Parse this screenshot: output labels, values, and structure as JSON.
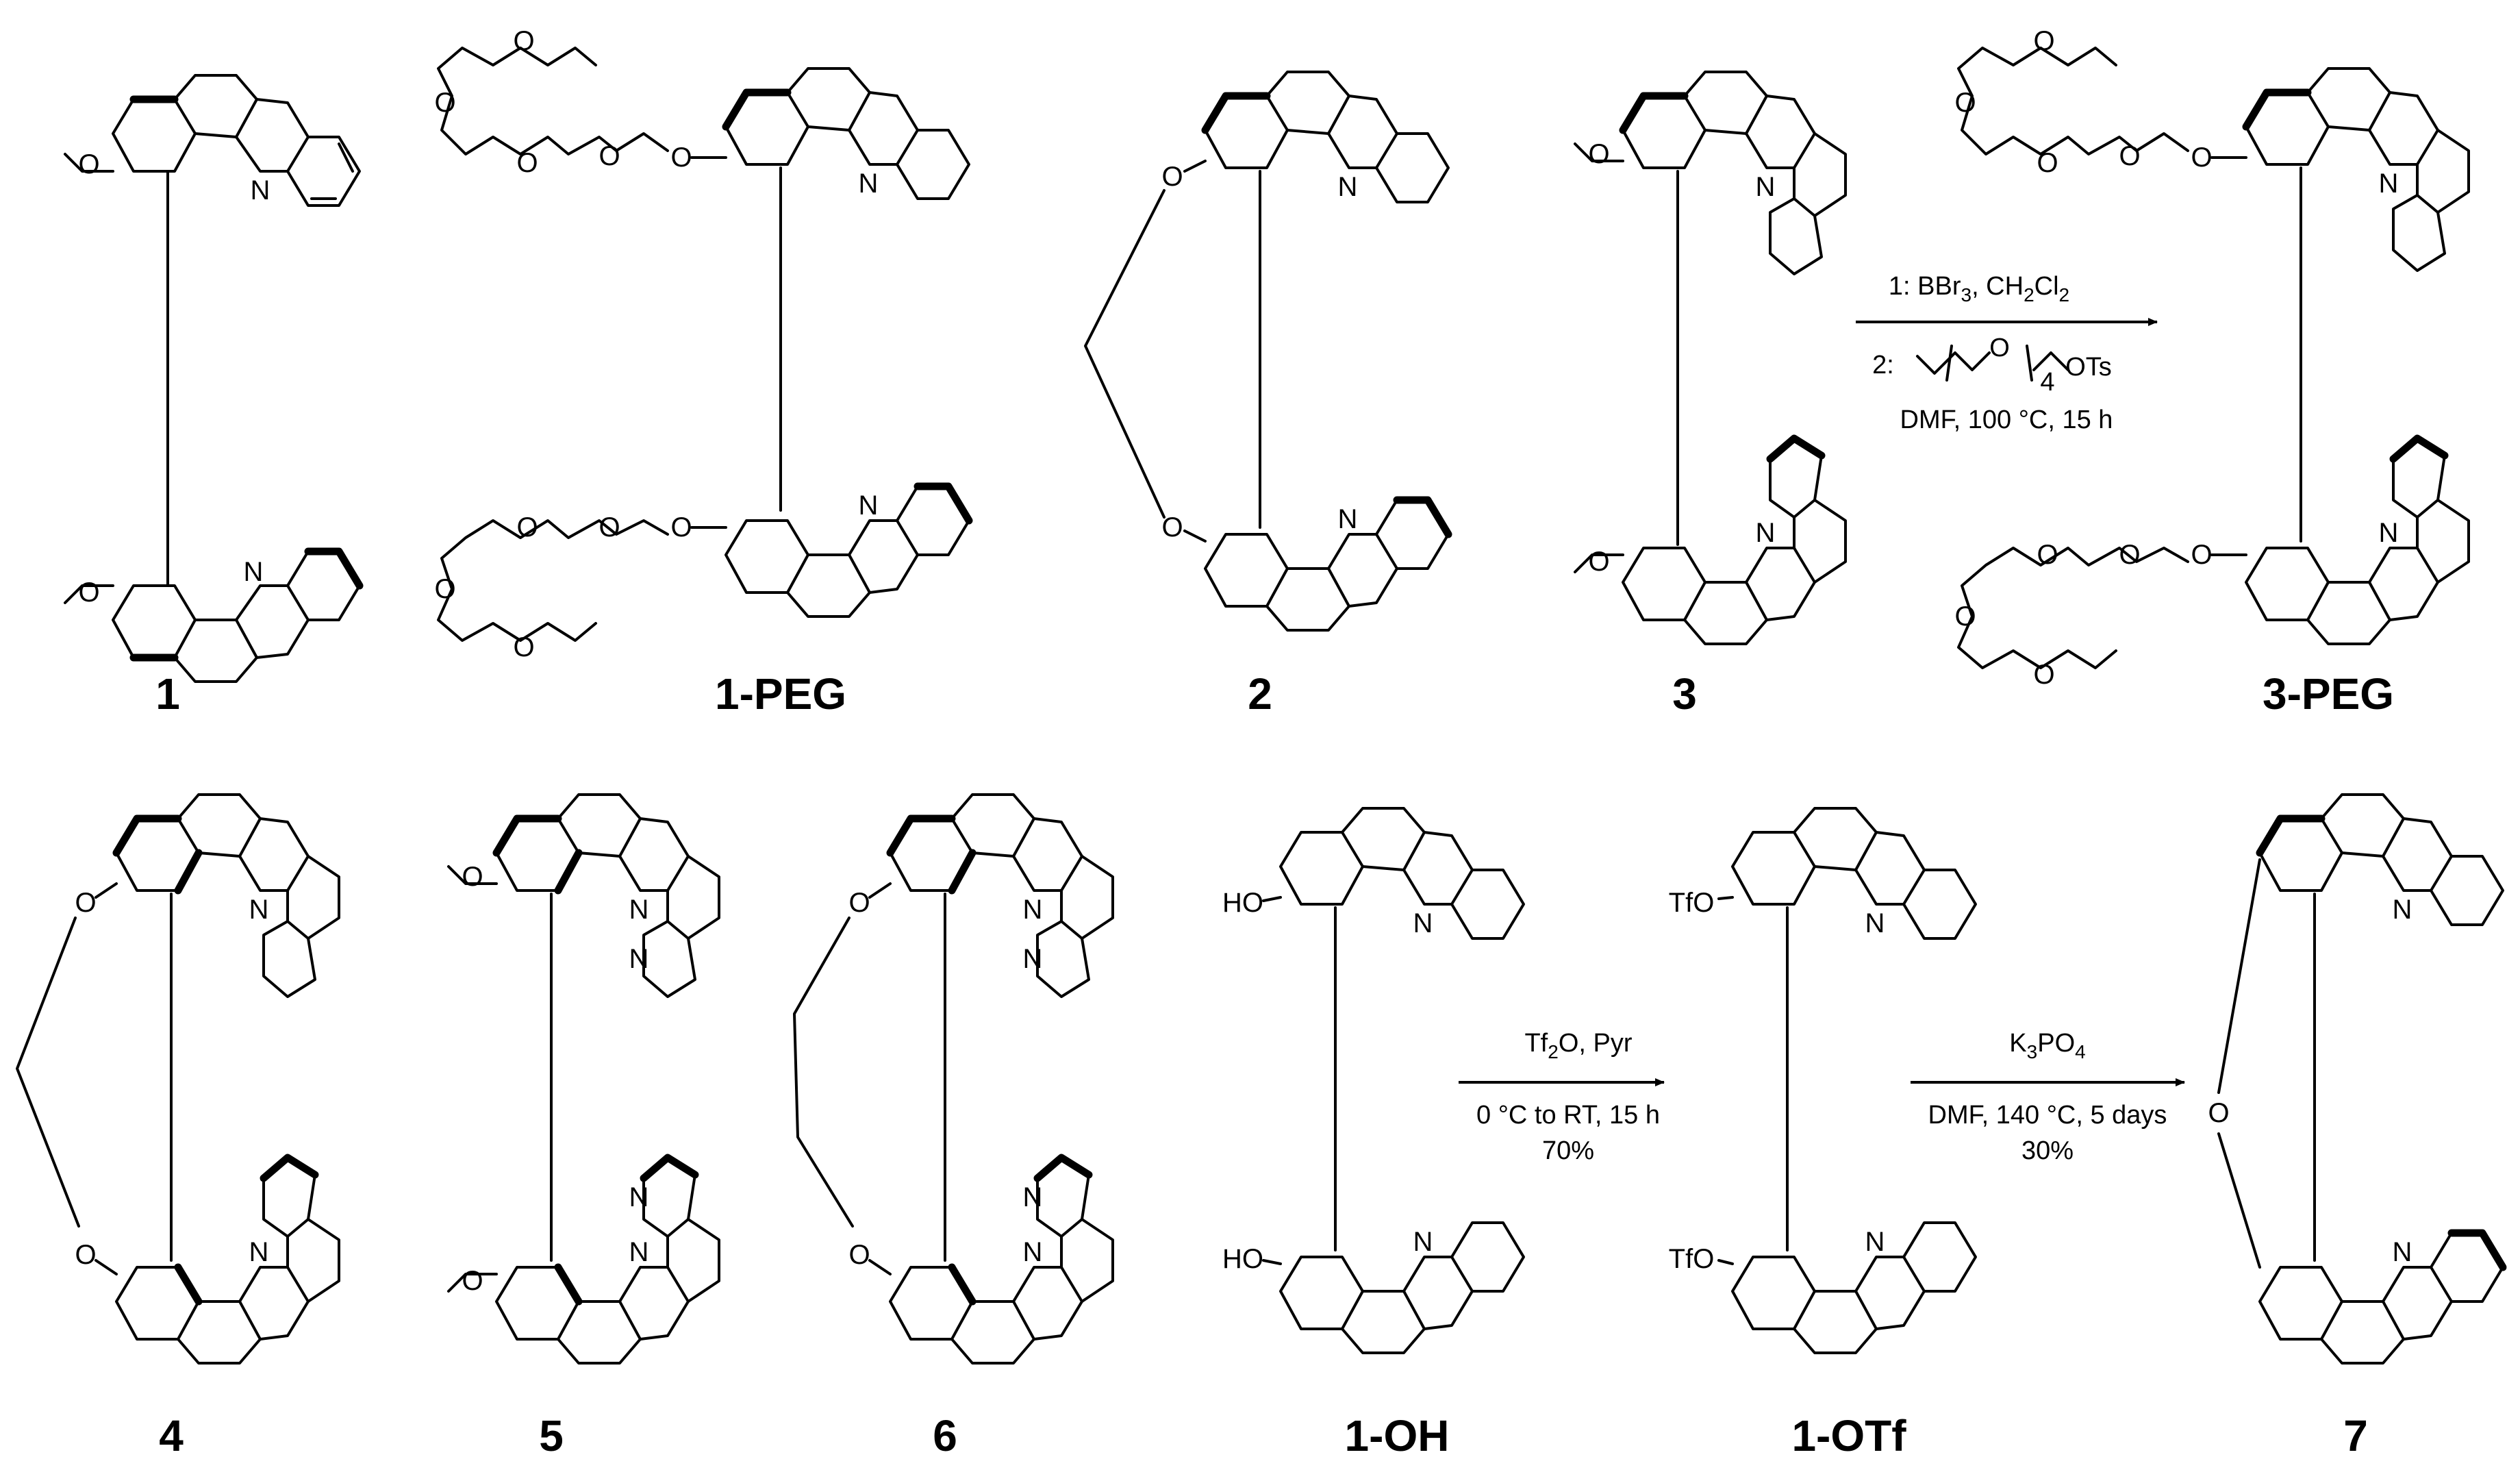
{
  "compounds": [
    {
      "id": "c1",
      "label": "1"
    },
    {
      "id": "c1peg",
      "label": "1-PEG"
    },
    {
      "id": "c2",
      "label": "2"
    },
    {
      "id": "c3",
      "label": "3"
    },
    {
      "id": "c3peg",
      "label": "3-PEG"
    },
    {
      "id": "c4",
      "label": "4"
    },
    {
      "id": "c5",
      "label": "5"
    },
    {
      "id": "c6",
      "label": "6"
    },
    {
      "id": "c1oh",
      "label": "1-OH"
    },
    {
      "id": "c1otf",
      "label": "1-OTf"
    },
    {
      "id": "c7",
      "label": "7"
    }
  ],
  "reactions": {
    "peg": {
      "step1_prefix": "1:  BBr",
      "step1_sub1": "3",
      "step1_mid": ", CH",
      "step1_sub2": "2",
      "step1_mid2": "Cl",
      "step1_sub3": "2",
      "step2_prefix": "2:",
      "peg_o": "O",
      "peg_repeat": "4",
      "peg_ots": "OTs",
      "conditions": "DMF, 100 °C, 15 h"
    },
    "triflation": {
      "reagent_prefix": "Tf",
      "reagent_sub": "2",
      "reagent_suffix": "O, Pyr",
      "conditions": "0 °C to RT, 15 h",
      "yield": "70%"
    },
    "coupling": {
      "reagent_prefix": "K",
      "reagent_sub1": "3",
      "reagent_mid": "PO",
      "reagent_sub2": "4",
      "conditions": "DMF, 140 °C, 5 days",
      "yield": "30%"
    }
  },
  "atoms": {
    "N": "N",
    "O": "O",
    "HO": "HO",
    "TfO": "TfO"
  }
}
